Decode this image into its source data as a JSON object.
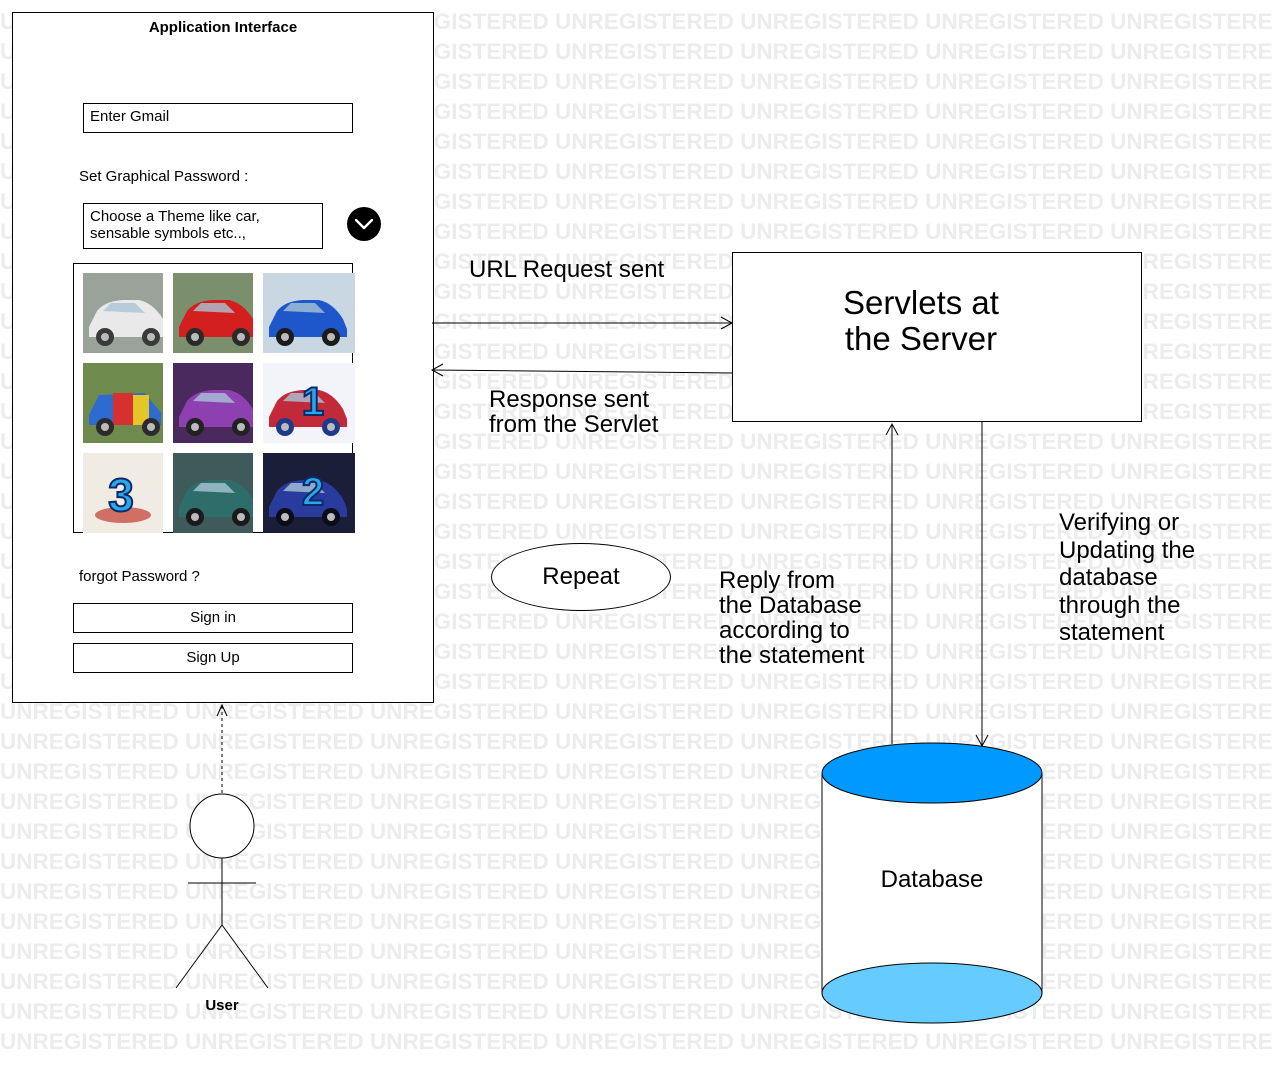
{
  "watermark": {
    "text": "UNREGISTERED",
    "color": "#ececec"
  },
  "app": {
    "title": "Application Interface",
    "gmail_field": {
      "value": "Enter Gmail"
    },
    "password_label": "Set Graphical Password :",
    "theme_select": {
      "line1": "Choose a Theme like car,",
      "line2": "sensable symbols etc..,"
    },
    "image_grid": {
      "tiles": [
        {
          "label": "vintage car",
          "icon": "car-icon"
        },
        {
          "label": "red classic convertible",
          "icon": "car-icon"
        },
        {
          "label": "blue BMW",
          "icon": "car-icon"
        },
        {
          "label": "multicolor hatchback",
          "icon": "car-icon"
        },
        {
          "label": "purple car",
          "icon": "car-icon"
        },
        {
          "label": "sports car with number 1",
          "icon": "car-icon",
          "badge": "1"
        },
        {
          "label": "number 3 symbol",
          "icon": "number-icon",
          "badge": "3"
        },
        {
          "label": "green SUV",
          "icon": "car-icon"
        },
        {
          "label": "blue car with number 2",
          "icon": "car-icon",
          "badge": "2"
        }
      ]
    },
    "forgot_password": "forgot Password ?",
    "signin_label": "Sign in",
    "signup_label": "Sign Up"
  },
  "server": {
    "line1": "Servlets at",
    "line2": "the Server"
  },
  "edges": {
    "url_request": "URL Request sent",
    "response_line1": "Response sent",
    "response_line2": "from the Servlet",
    "reply_lines": [
      "Reply from",
      "the Database",
      "according to",
      "the statement"
    ],
    "verify_lines": [
      "Verifying or",
      "Updating the",
      "database",
      "through the",
      "statement"
    ]
  },
  "repeat": "Repeat",
  "database": {
    "label": "Database",
    "top_color": "#0099ff",
    "bottom_color": "#66ccff"
  },
  "user": {
    "label": "User"
  }
}
